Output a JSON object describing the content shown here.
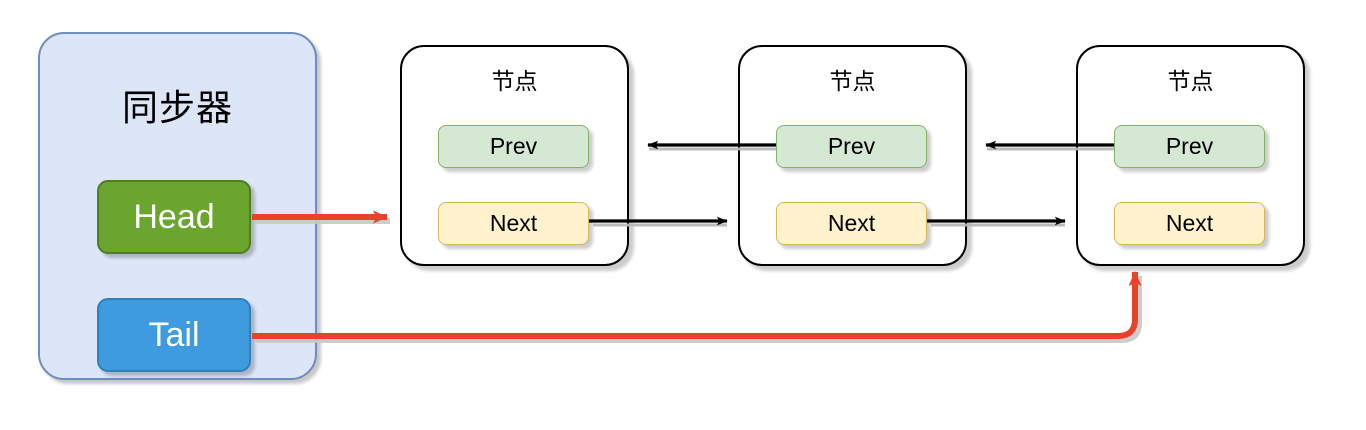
{
  "diagram": {
    "title_synchronizer": "同步器",
    "node_label": "节点",
    "head_label": "Head",
    "tail_label": "Tail",
    "prev_label": "Prev",
    "next_label": "Next",
    "colors": {
      "sync_fill": "#dce6f7",
      "sync_stroke": "#6c8ebf",
      "head_fill": "#6aa52e",
      "head_stroke": "#4f7d20",
      "tail_fill": "#3e9bdd",
      "tail_stroke": "#2f7fbd",
      "prev_fill": "#d5e8d4",
      "prev_stroke": "#82b366",
      "next_fill": "#fff2cc",
      "next_stroke": "#d6b656",
      "node_stroke": "#000000",
      "node_fill": "#ffffff",
      "pointer_arrow": "#e8432a",
      "link_arrow": "#000000",
      "text_dark": "#000000",
      "text_light": "#ffffff",
      "background": "#ffffff"
    },
    "synchronizer": {
      "fields": [
        {
          "name": "head",
          "label": "Head"
        },
        {
          "name": "tail",
          "label": "Tail"
        }
      ]
    },
    "nodes": [
      {
        "index": 1,
        "title": "节点",
        "prev": "Prev",
        "next": "Next"
      },
      {
        "index": 2,
        "title": "节点",
        "prev": "Prev",
        "next": "Next"
      },
      {
        "index": 3,
        "title": "节点",
        "prev": "Prev",
        "next": "Next"
      }
    ],
    "edges": [
      {
        "name": "head-to-node1",
        "from": "Head",
        "to": "节点 1",
        "color": "#e8432a",
        "style": "straight-right"
      },
      {
        "name": "tail-to-node3",
        "from": "Tail",
        "to": "节点 3",
        "color": "#e8432a",
        "style": "elbow-right-up"
      },
      {
        "name": "node1-next-to-node2",
        "from": "节点 1 Next",
        "to": "节点 2",
        "color": "#000000",
        "style": "straight-right"
      },
      {
        "name": "node2-next-to-node3",
        "from": "节点 2 Next",
        "to": "节点 3",
        "color": "#000000",
        "style": "straight-right"
      },
      {
        "name": "node2-prev-to-node1",
        "from": "节点 2 Prev",
        "to": "节点 1",
        "color": "#000000",
        "style": "straight-left"
      },
      {
        "name": "node3-prev-to-node2",
        "from": "节点 3 Prev",
        "to": "节点 2",
        "color": "#000000",
        "style": "straight-left"
      }
    ]
  }
}
